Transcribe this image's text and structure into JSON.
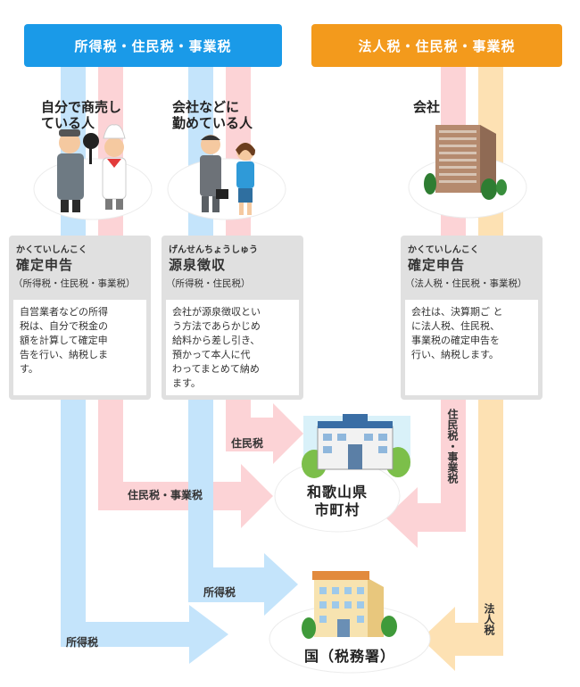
{
  "headers": {
    "left": "所得税・住民税・事業税",
    "right": "法人税・住民税・事業税"
  },
  "groups": {
    "self_employed": [
      "自分で商売し",
      "ている人"
    ],
    "employee": [
      "会社などに",
      "勤めている人"
    ],
    "company": "会社"
  },
  "cards": [
    {
      "ruby": "かくていしんこく",
      "title": "確定申告",
      "subtitle": "（所得税・住民税・事業税）",
      "lines": [
        "自営業者などの所得",
        "税は、自分で税金の",
        "額を計算して確定申",
        "告を行い、納税しま",
        "す。"
      ]
    },
    {
      "ruby": "げんせんちょうしゅう",
      "title": "源泉徴収",
      "subtitle": "（所得税・住民税）",
      "lines": [
        "会社が源泉徴収とい",
        "う方法であらかじめ",
        "給料から差し引き、",
        "預かって本人に代",
        "わってまとめて納め",
        "ます。"
      ]
    },
    {
      "ruby": "かくていしんこく",
      "title": "確定申告",
      "subtitle": "（法人税・住民税・事業税）",
      "lines": [
        "会社は、決算期ご と",
        "に法人税、住民税、",
        "事業税の確定申告を",
        "行い、納税します。"
      ]
    }
  ],
  "flows": {
    "employee_resident": "住民税",
    "self_resident_business": "住民税・事業税",
    "employee_income": "所得税",
    "self_income": "所得税",
    "company_local": "住民税・事業税",
    "company_national": "法人税"
  },
  "offices": {
    "local": [
      "和歌山県",
      "市町村"
    ],
    "national": "国（税務署）"
  },
  "colors": {
    "blue_header": "#1a9ae8",
    "orange_header": "#f39a1c",
    "blue_flow": "#c4e4fb",
    "pink_flow": "#fcd3d6",
    "orange_flow": "#fde1b3"
  }
}
